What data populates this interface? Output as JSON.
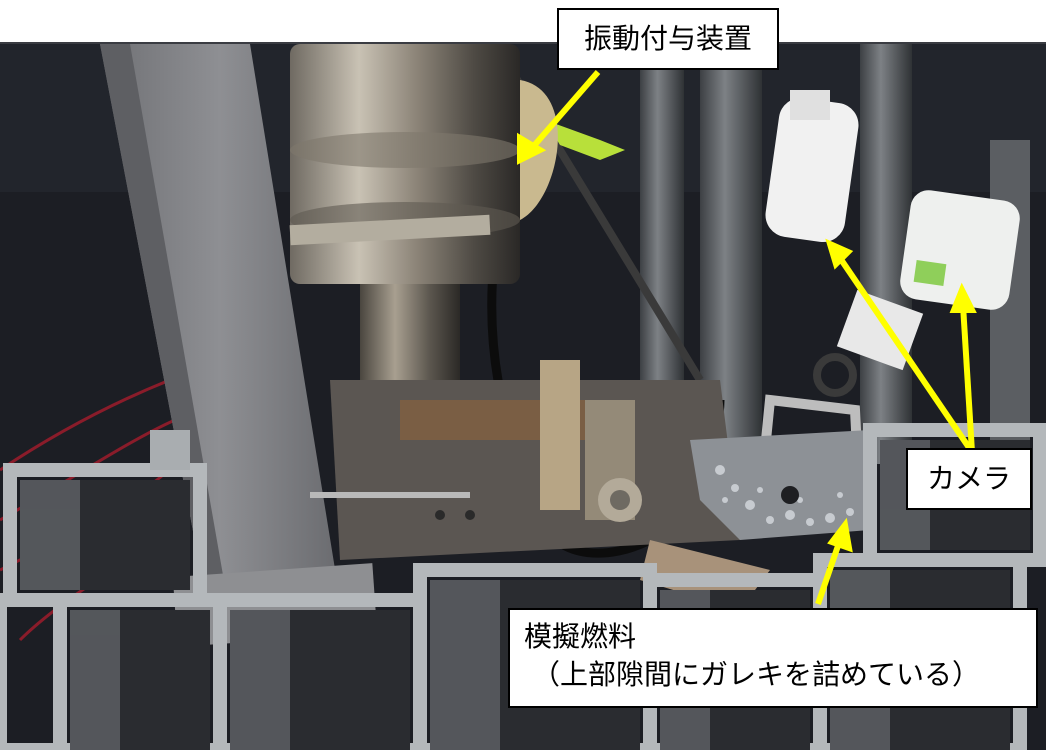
{
  "photo": {
    "description_icon": "photo-test-apparatus",
    "colors": {
      "background_wall": "#1c1e24",
      "steel": "#9a9ea3",
      "grating": "#a9adb0",
      "arrow": "#ffff00",
      "label_border": "#000000",
      "label_bg": "#ffffff"
    }
  },
  "labels": {
    "vibration_device": "振動付与装置",
    "camera": "カメラ",
    "fuel_line1": "模擬燃料",
    "fuel_line2": "（上部隙間にガレキを詰めている）"
  }
}
